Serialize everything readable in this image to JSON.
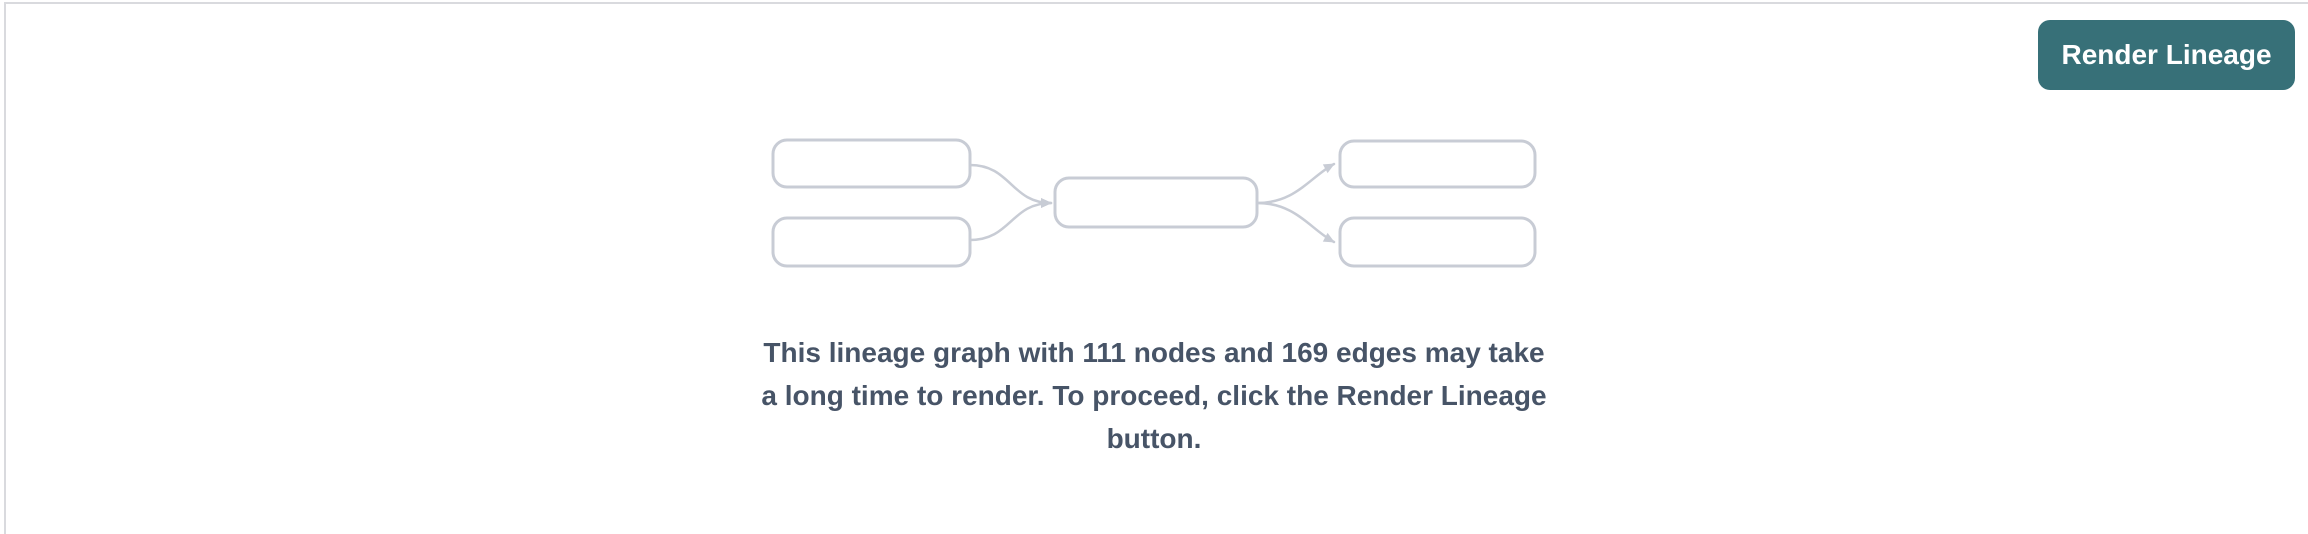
{
  "page": {
    "background_color": "#ffffff",
    "border_color": "#d9dade"
  },
  "header": {
    "render_button": {
      "label": "Render Lineage",
      "background_color": "#377078",
      "text_color": "#ffffff"
    }
  },
  "empty_state": {
    "illustration": {
      "name": "lineage-graph-placeholder",
      "node_box_count": 5,
      "edge_count": 4,
      "box_border_color": "#c8ccd5",
      "box_fill_color": "#ffffff",
      "edge_color": "#c8ccd5"
    },
    "node_count": "111",
    "edge_count": "169",
    "text_color": "#475467",
    "message": "This lineage graph with 111 nodes and 169 edges may take a long time to render. To proceed, click the Render Lineage button.",
    "message_lines": {
      "line1": "This lineage graph with 111 nodes and 169 edges may take",
      "line2": "a long time to render. To proceed, click the Render Lineage",
      "line3": "button."
    }
  }
}
